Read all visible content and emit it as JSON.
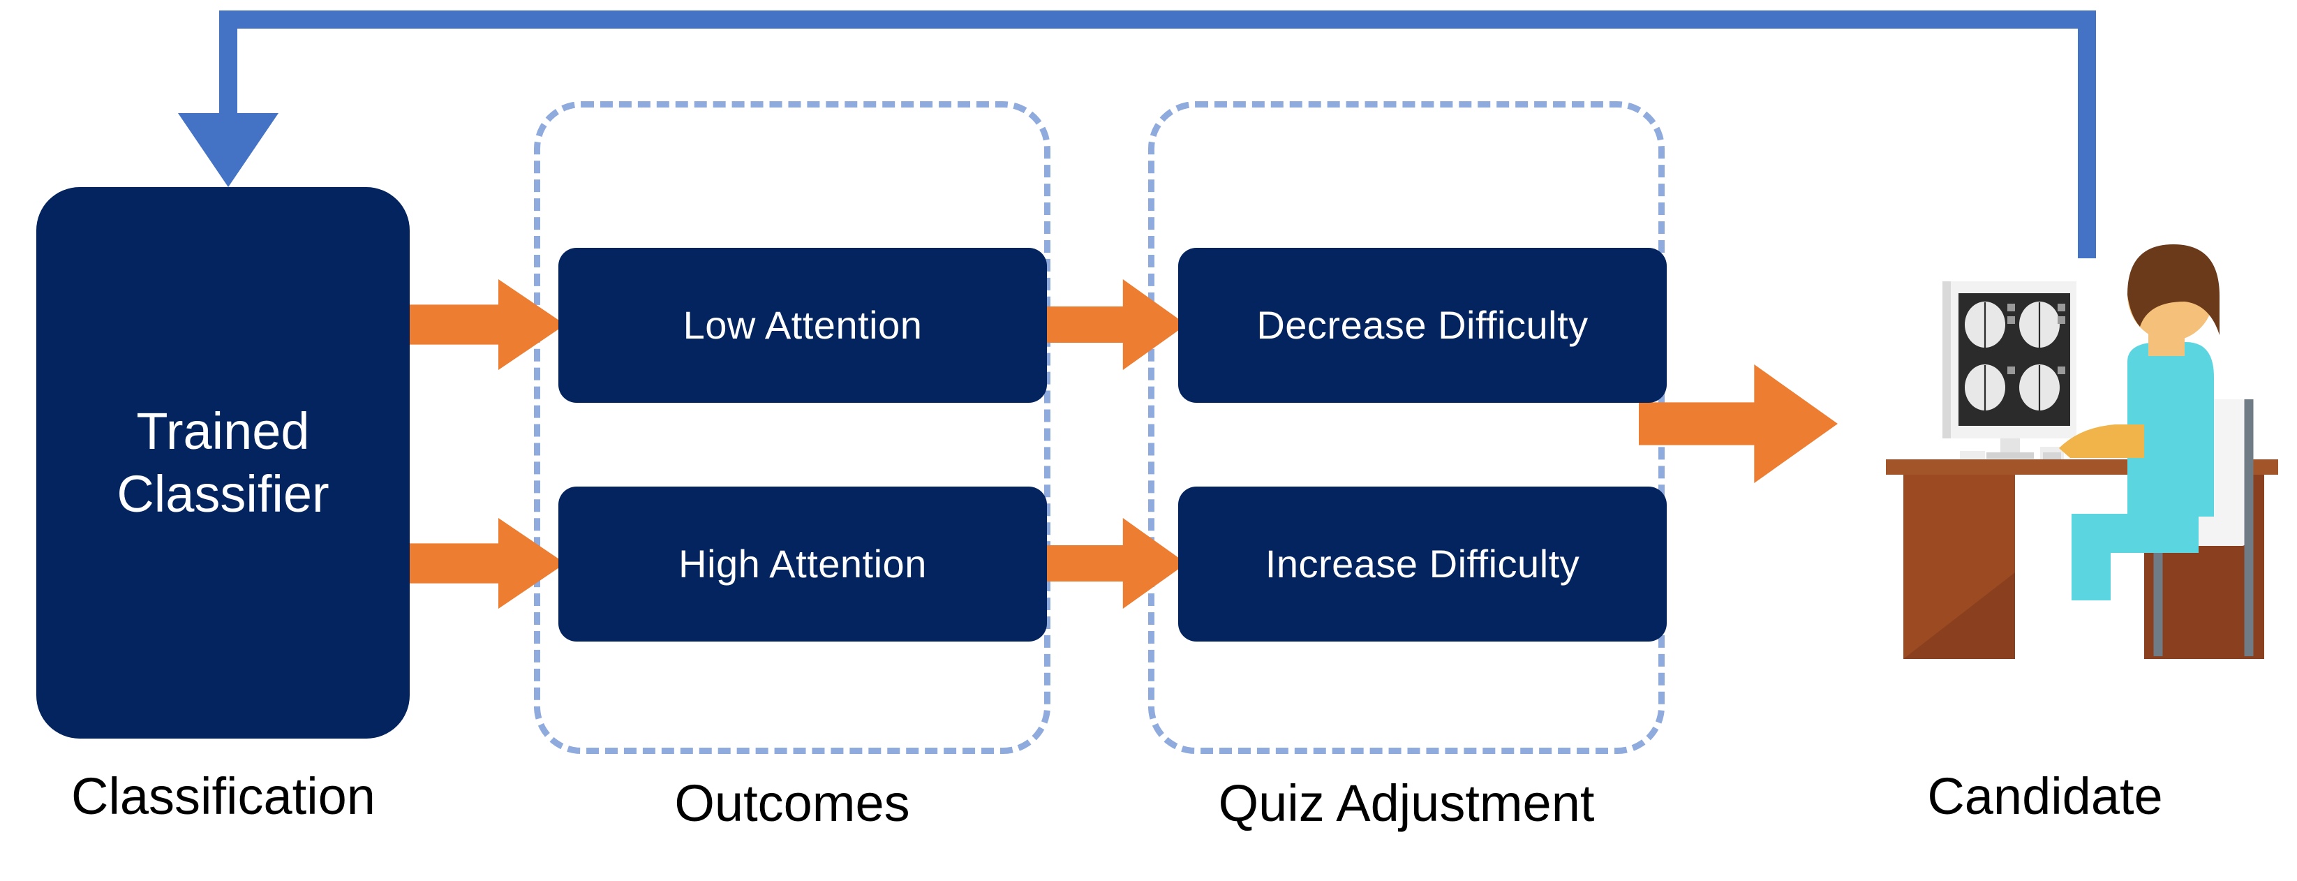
{
  "diagram": {
    "stages": [
      {
        "id": "classification",
        "caption": "Classification"
      },
      {
        "id": "outcomes",
        "caption": "Outcomes"
      },
      {
        "id": "quiz_adjustment",
        "caption": "Quiz Adjustment"
      },
      {
        "id": "candidate",
        "caption": "Candidate"
      }
    ],
    "nodes": {
      "classifier": "Trained\nClassifier",
      "low_attention": "Low Attention",
      "high_attention": "High Attention",
      "decrease_difficulty": "Decrease Difficulty",
      "increase_difficulty": "Increase Difficulty"
    },
    "arrows": {
      "classifier_to_low": "classifier-to-low-attention-arrow",
      "classifier_to_high": "classifier-to-high-attention-arrow",
      "low_to_decrease": "low-attention-to-decrease-difficulty-arrow",
      "high_to_increase": "high-attention-to-increase-difficulty-arrow",
      "quiz_to_candidate": "quiz-adjustment-to-candidate-arrow",
      "candidate_to_classifier": "candidate-feedback-to-classifier-arrow"
    },
    "illustration": "person-at-desk-viewing-brain-scans-icon",
    "colors": {
      "navy": "#04245f",
      "orange": "#ed7d31",
      "feedback_blue": "#4472c4",
      "dashed_blue": "#8faadc",
      "background": "#ffffff",
      "label_text": "#000000",
      "box_text": "#ffffff"
    }
  }
}
